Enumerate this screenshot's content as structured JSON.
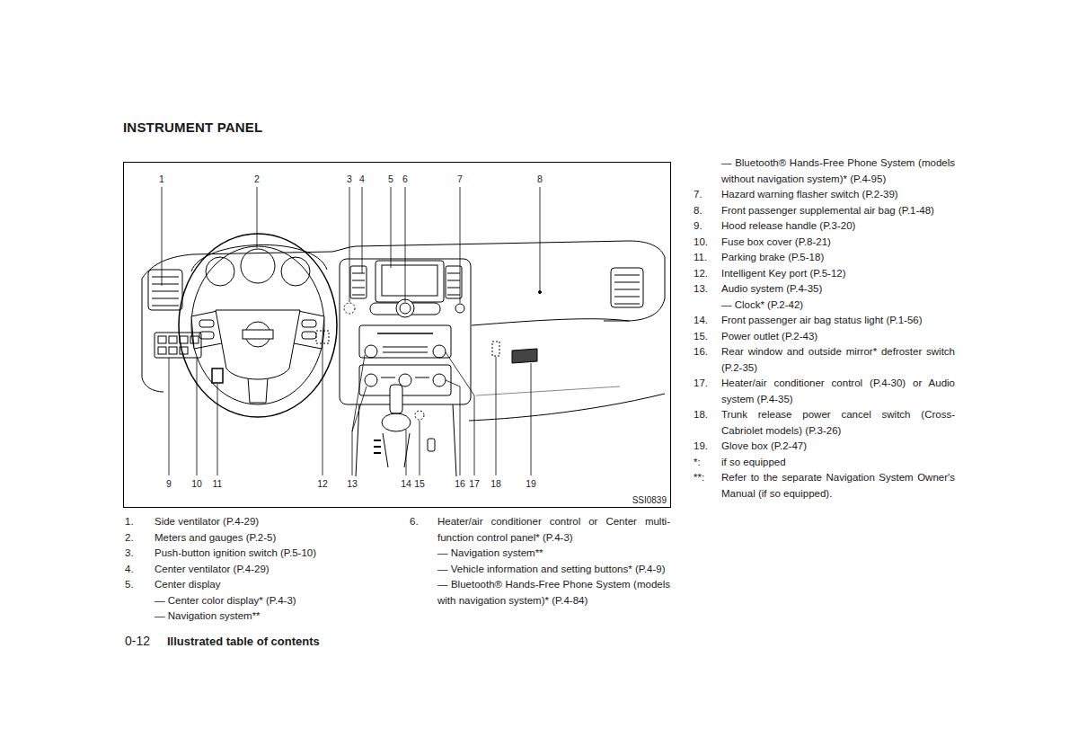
{
  "diagram": {
    "title": "INSTRUMENT PANEL",
    "labels": [
      "1",
      "2",
      "3",
      "4",
      "5",
      "6",
      "7",
      "8",
      "9",
      "10",
      "11",
      "12",
      "13",
      "14",
      "15",
      "16",
      "17",
      "18",
      "19",
      "SSI0839",
      "1.",
      "Side ventilator (P.4-29)",
      "2.",
      "Meters and gauges (P.2-5)",
      "3.",
      "Push-button ignition switch (P.5-10)",
      "4.",
      "Center ventilator (P.4-29)",
      "5.",
      "Center display",
      "— Center color display* (P.4-3)",
      "— Navigation system**",
      "6.",
      "Heater/air conditioner control or Center multi-function control panel* (P.4-3)",
      "— Navigation system**",
      "— Vehicle information and setting buttons* (P.4-9)",
      "— Bluetooth® Hands-Free Phone System (models with navigation system)* (P.4-84)",
      "— Bluetooth® Hands-Free Phone System (models without navigation system)* (P.4-95)",
      "7.",
      "Hazard warning flasher switch (P.2-39)",
      "8.",
      "Front passenger supplemental air bag (P.1-48)",
      "9.",
      "Hood release handle (P.3-20)",
      "10.",
      "Fuse box cover (P.8-21)",
      "11.",
      "Parking brake (P.5-18)",
      "12.",
      "Intelligent Key port (P.5-12)",
      "13.",
      "Audio system (P.4-35)",
      "— Clock* (P.2-42)",
      "14.",
      "Front passenger air bag status light (P.1-56)",
      "15.",
      "Power outlet (P.2-43)",
      "16.",
      "Rear window and outside mirror* defroster switch (P.2-35)",
      "17.",
      "Heater/air conditioner control (P.4-30) or Audio system (P.4-35)",
      "18.",
      "Trunk release power cancel switch (Cross-Cabriolet models) (P.3-26)",
      "19.",
      "Glove box (P.2-47)",
      "*:",
      "if so equipped",
      "**:",
      "Refer to the separate Navigation System Owner's Manual (if so equipped).",
      "0-12",
      "Illustrated table of contents"
    ]
  }
}
